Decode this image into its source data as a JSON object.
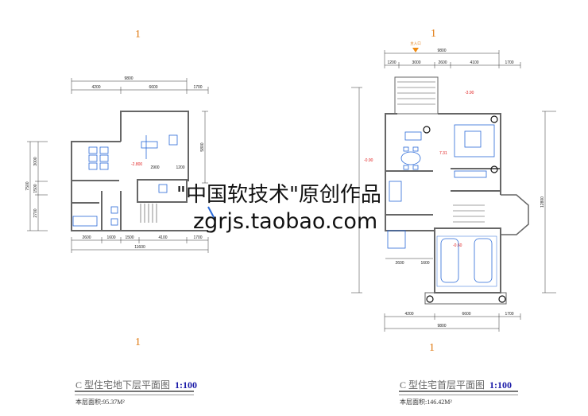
{
  "basement": {
    "title": "C 型住宅地下层平面图",
    "scale": "1:100",
    "area": "本层面积:95.37M²",
    "section_mark": "1",
    "dims_top_total": "9800",
    "dims_top": [
      "4200",
      "6600",
      "1700"
    ],
    "dims_bottom": [
      "2600",
      "1600",
      "1500",
      "4100",
      "1700"
    ],
    "dims_bottom_total": "11600",
    "dims_left_total": "7500",
    "dims_left": [
      "3000",
      "1500",
      "2700"
    ],
    "dims_right": "5800",
    "dims_inner": [
      "2900",
      "1200"
    ],
    "level": "-2.800"
  },
  "ground": {
    "title": "C  型住宅首层平面图",
    "scale": "1:100",
    "area": "本层面积:146.42M²",
    "section_mark": "1",
    "entrance": "主入口",
    "dims_top_total": "9800",
    "dims_top": [
      "1200",
      "3000",
      "2600",
      "4100",
      "1700"
    ],
    "dims_bottom": [
      "4200",
      "6600",
      "1700"
    ],
    "dims_bottom_total": "9800",
    "dims_inner": [
      "2600",
      "1600"
    ],
    "dims_right_total": "12800",
    "levels": [
      "-3.90",
      "-0.90",
      "7.31",
      "-0.60"
    ]
  },
  "watermark": {
    "line1": "\"中国软技术\"原创作品",
    "line2": "zgrjs.taobao.com"
  },
  "colors": {
    "walls": "#555555",
    "furniture": "#2a6ad8",
    "labels": "#e07a10",
    "levels": "#e02020",
    "scale": "#1a1aa8"
  }
}
